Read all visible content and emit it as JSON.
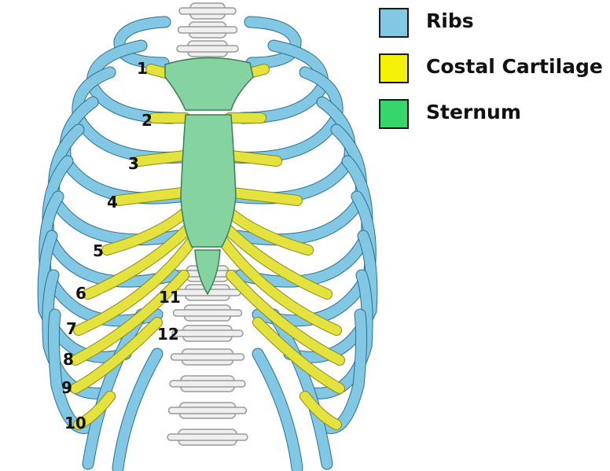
{
  "legend": [
    {
      "label": "Ribs",
      "color": "#82c8e4"
    },
    {
      "label": "Costal Cartilage",
      "color": "#f5f00a"
    },
    {
      "label": "Sternum",
      "color": "#36d66a"
    }
  ],
  "rib_numbers": [
    "1",
    "2",
    "3",
    "4",
    "5",
    "6",
    "7",
    "8",
    "9",
    "10",
    "11",
    "12"
  ],
  "colors": {
    "rib": "#82c8e4",
    "cartilage": "#e4e23f",
    "sternum": "#84d3a1",
    "vertebra": "#efefef"
  }
}
